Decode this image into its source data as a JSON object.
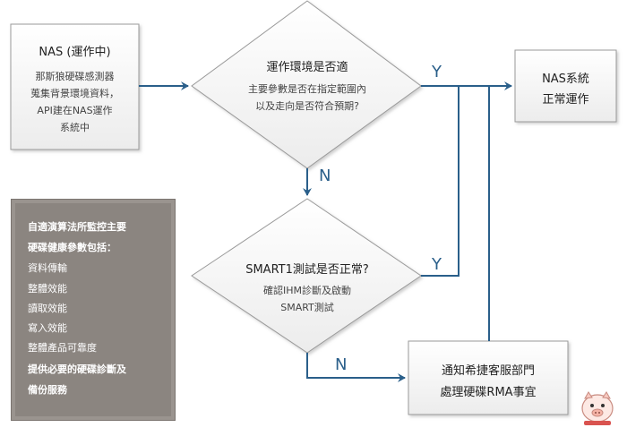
{
  "nodes": {
    "nas_running": {
      "title": "NAS (運作中)",
      "lines": [
        "那斯狼硬碟感測器",
        "蒐集背景環境資料，",
        "API建在NAS運作",
        "系統中"
      ]
    },
    "decision_env": {
      "title": "運作環境是否適",
      "lines": [
        "主要參數是否在指定範圍內",
        "以及走向是否符合預期?"
      ]
    },
    "nas_ok": {
      "lines": [
        "NAS系統",
        "正常運作"
      ]
    },
    "decision_smart": {
      "title": "SMART1測試是否正常?",
      "lines": [
        "確認IHM診斷及啟動",
        "SMART測試"
      ]
    },
    "notify_rma": {
      "lines": [
        "通知希捷客服部門",
        "處理硬碟RMA事宜"
      ]
    }
  },
  "edges": {
    "env_yes": "Y",
    "env_no": "N",
    "smart_yes": "Y",
    "smart_no": "N"
  },
  "side_panel": {
    "heading_lines": [
      "自適演算法所監控主要",
      "硬碟健康參數包括："
    ],
    "items": [
      "資料傳輸",
      "整體效能",
      "讀取效能",
      "寫入效能",
      "整體產品可靠度"
    ],
    "footer_lines": [
      "提供必要的硬碟診斷及",
      "備份服務"
    ]
  },
  "colors": {
    "arrow": "#2a5f8a",
    "box_border": "#9a9a9a",
    "box_fill": "#f4f4f4",
    "panel_fill": "#8b8580"
  }
}
